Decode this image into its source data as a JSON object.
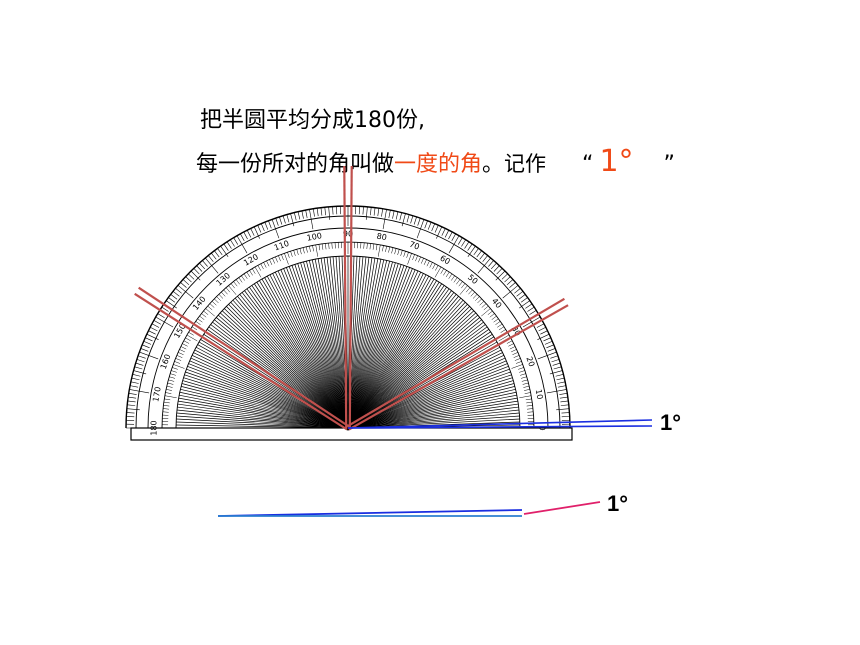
{
  "text": {
    "line1": "把半圆平均分成180份,",
    "line2_part1": "每一份所对的角叫做",
    "line2_highlight": "一度的角",
    "line2_period": "。",
    "line2_part2": "记作",
    "quote_open": "“",
    "degree_notation": "1°",
    "quote_close": "”"
  },
  "labels": {
    "protractor_degree_label": "1°",
    "standalone_degree_label": "1°"
  },
  "protractor_scale": {
    "total_degrees": 180,
    "major_tick_labels": [
      "0",
      "10",
      "20",
      "30",
      "40",
      "50",
      "60",
      "70",
      "80",
      "90",
      "100",
      "110",
      "120",
      "130",
      "140",
      "150",
      "160",
      "170",
      "180"
    ]
  },
  "highlight_rays_angles_deg": [
    90,
    147,
    30
  ],
  "colors": {
    "highlight_text": "#f04a17",
    "highlight_ray": "#c0504d",
    "angle_line": "#1a2ee0",
    "angle_line_alt": "#2b7fd0",
    "pointer_line": "#e0206a",
    "protractor_stroke": "#000000"
  }
}
